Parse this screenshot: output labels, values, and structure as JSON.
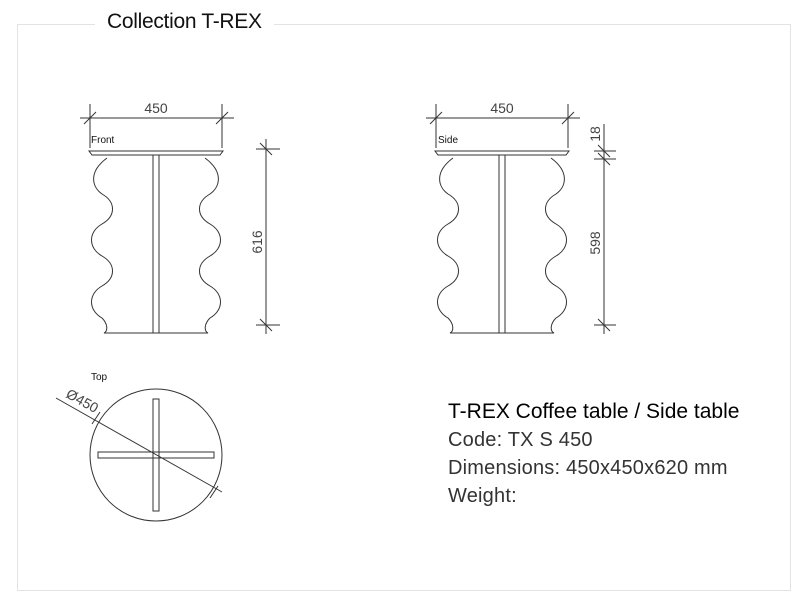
{
  "header": {
    "title": "Collection T-REX"
  },
  "views": {
    "front": {
      "label": "Front",
      "width_dim": "450",
      "height_dim": "616"
    },
    "side": {
      "label": "Side",
      "width_dim": "450",
      "top_dim": "18",
      "height_dim": "598"
    },
    "top": {
      "label": "Top",
      "diameter_dim": "Ø450"
    }
  },
  "info": {
    "product_name": "T-REX Coffee table / Side table",
    "code": "Code: TX S 450",
    "dimensions": "Dimensions: 450x450x620 mm",
    "weight": "Weight:"
  }
}
